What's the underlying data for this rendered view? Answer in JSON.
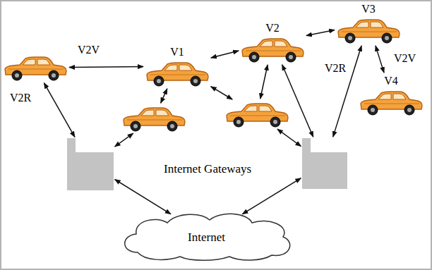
{
  "diagram": {
    "nodes": [
      {
        "text": []
      },
      {
        "text": [
          "V1"
        ]
      },
      {
        "text": []
      },
      {
        "text": [
          "V2"
        ]
      },
      {
        "text": []
      },
      {
        "text": [
          "V3"
        ]
      },
      {
        "text": [
          "V4"
        ]
      },
      {
        "text": []
      },
      {
        "text": []
      },
      {
        "text": [
          "Internet"
        ]
      }
    ],
    "edges": [
      {
        "from": 0,
        "to": 1,
        "arrow": "both",
        "label": "V2V"
      },
      {
        "from": 0,
        "to": 7,
        "arrow": "both",
        "label": "V2R"
      },
      {
        "from": 1,
        "to": 3,
        "arrow": "both"
      },
      {
        "from": 1,
        "to": 2,
        "arrow": "both"
      },
      {
        "from": 1,
        "to": 4,
        "arrow": "both"
      },
      {
        "from": 2,
        "to": 7,
        "arrow": "both"
      },
      {
        "from": 3,
        "to": 5,
        "arrow": "both"
      },
      {
        "from": 3,
        "to": 4,
        "arrow": "both"
      },
      {
        "from": 4,
        "to": 8,
        "arrow": "both"
      },
      {
        "from": 8,
        "to": 3,
        "arrow": "both"
      },
      {
        "from": 8,
        "to": 5,
        "arrow": "both",
        "label": "V2R"
      },
      {
        "from": 5,
        "to": 6,
        "arrow": "both",
        "label": "V2V"
      },
      {
        "from": 7,
        "to": 9,
        "arrow": "both"
      },
      {
        "from": 8,
        "to": 9,
        "arrow": "both"
      }
    ],
    "labels": [
      "Internet Gateways"
    ]
  }
}
